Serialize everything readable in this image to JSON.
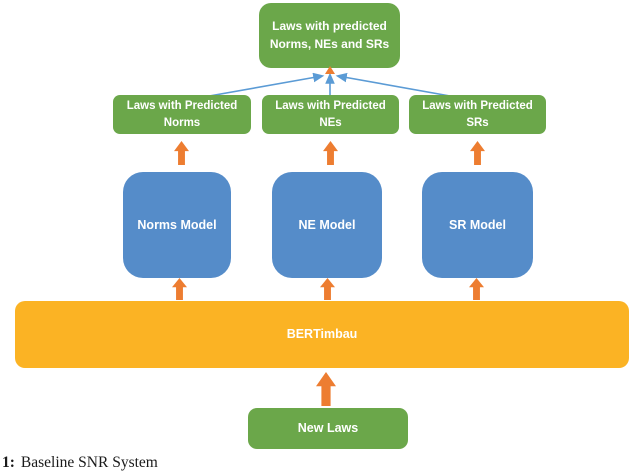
{
  "colors": {
    "green": "#6BA74A",
    "blue": "#558CC9",
    "amber": "#FBB324",
    "arrow": "#ED7D31",
    "connector": "#5B9BD5"
  },
  "nodes": {
    "final_output": "Laws with predicted Norms, NEs and SRs",
    "laws_norms": "Laws with Predicted Norms",
    "laws_nes": "Laws with Predicted NEs",
    "laws_srs": "Laws with Predicted SRs",
    "norms_model": "Norms Model",
    "ne_model": "NE Model",
    "sr_model": "SR Model",
    "encoder": "BERTimbau",
    "input": "New Laws"
  },
  "caption": {
    "number": "1:",
    "text": "Baseline SNR System"
  }
}
